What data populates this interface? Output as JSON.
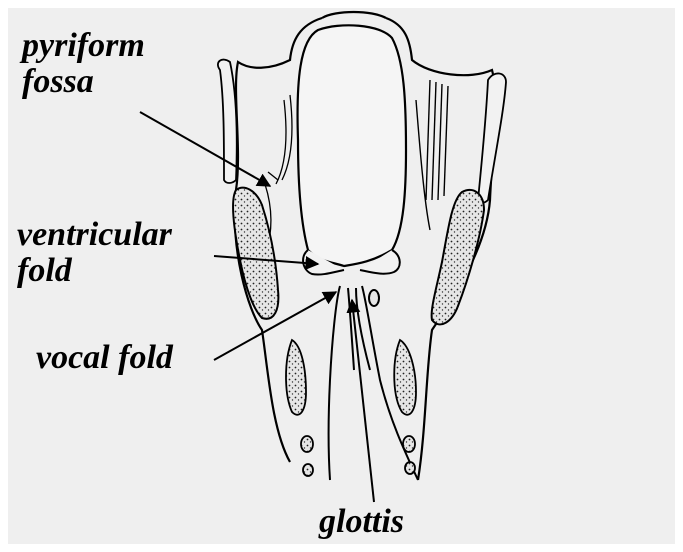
{
  "labels": {
    "pyriform_fossa": [
      "pyriform",
      "fossa"
    ],
    "ventricular_fold": [
      "ventricular",
      "fold"
    ],
    "vocal_fold": "vocal fold",
    "glottis": "glottis"
  },
  "colors": {
    "panel": "#efefef",
    "ink": "#000000",
    "cartilage_fill": "#d8d8d8"
  }
}
